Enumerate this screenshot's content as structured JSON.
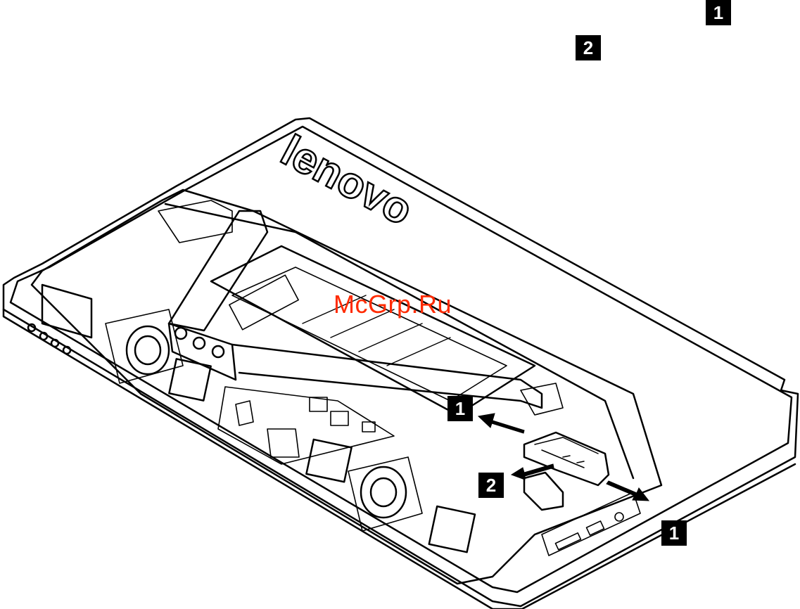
{
  "header_callouts": [
    {
      "label": "1"
    },
    {
      "label": "2"
    }
  ],
  "diagram_callouts": [
    {
      "label": "1"
    },
    {
      "label": "2"
    },
    {
      "label": "1"
    }
  ],
  "brand_text": "lenovo",
  "watermark_text": "McGrp.Ru",
  "colors": {
    "ink": "#000000",
    "paper": "#ffffff",
    "watermark": "#ff2a00"
  }
}
